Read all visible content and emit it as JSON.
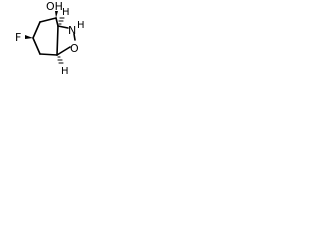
{
  "molecule": {
    "atoms": {
      "hydroxyl": "OH",
      "fluorine": "F",
      "amine_n": "N",
      "amine_h": "H",
      "ring_o": "O",
      "stereo_h_top": "H",
      "stereo_h_bottom": "H"
    },
    "colors": {
      "ink": "#000000",
      "background": "#ffffff"
    }
  }
}
